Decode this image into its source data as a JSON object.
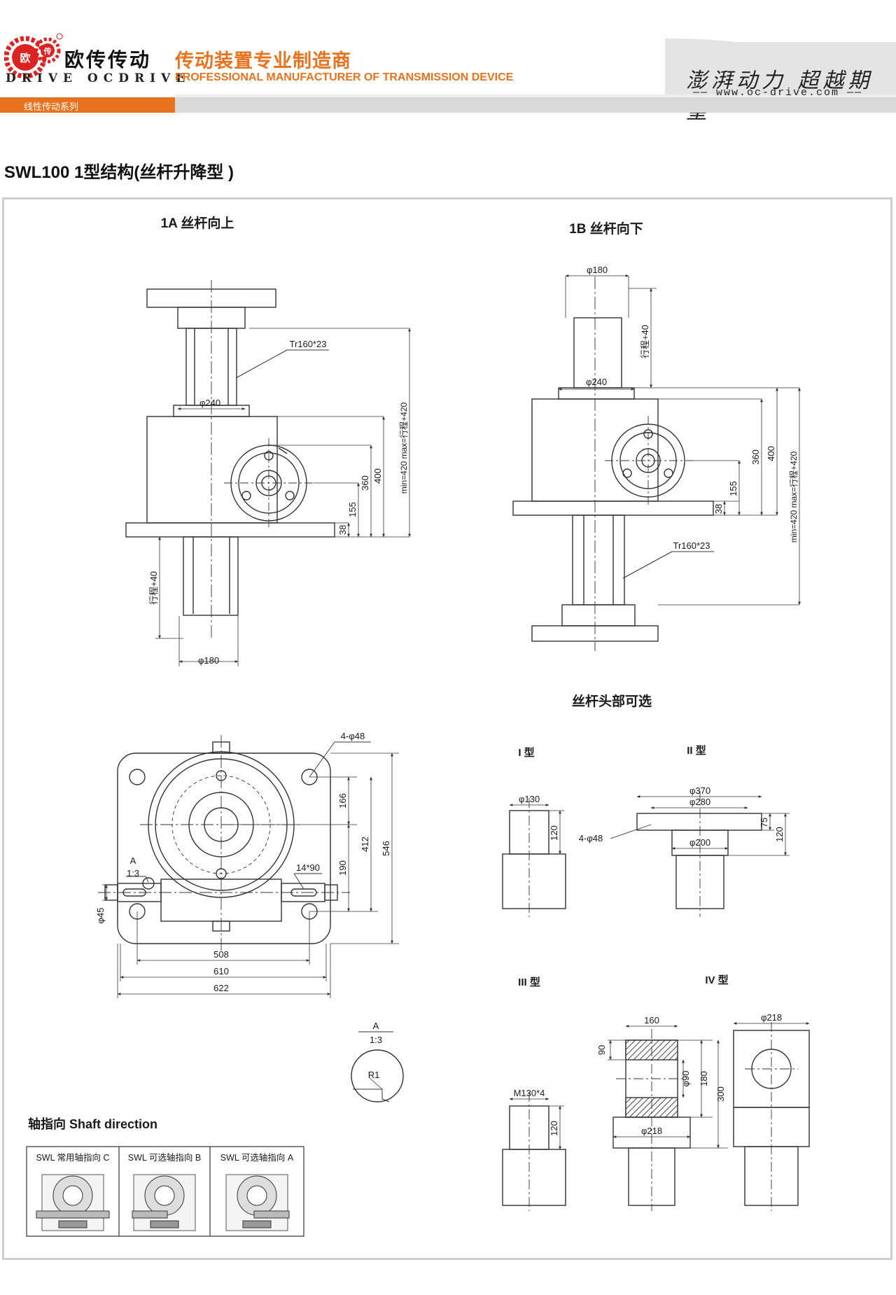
{
  "header": {
    "brand_cn": "欧传传动",
    "brand_en": "DRIVE OCDRIVE",
    "logo_chars": [
      "欧",
      "传"
    ],
    "tagline_cn": "传动装置专业制造商",
    "tagline_en": "PROFESSIONAL MANUFACTURER OF TRANSMISSION DEVICE",
    "slogan": "澎湃动力 超越期望",
    "website": "—— www.oc-drive.com ——",
    "series_tab": "线性传动系列",
    "accent_color": "#e8731f"
  },
  "title": "SWL100 1型结构(丝杆升降型 )",
  "views": {
    "view_1a": {
      "title": "1A 丝杆向上",
      "screw_label": "Tr160*23",
      "dia_240": "φ240",
      "dia_180": "φ180",
      "stroke": "行程+40",
      "dim_38": "38",
      "dim_155": "155",
      "dim_360": "360",
      "dim_400": "400",
      "dim_min_max": "min=420 max=行程+420"
    },
    "view_1b": {
      "title": "1B 丝杆向下",
      "screw_label": "Tr160*23",
      "dia_180": "φ180",
      "dia_240": "φ240",
      "stroke": "行程+40",
      "dim_38": "38",
      "dim_155": "155",
      "dim_360": "360",
      "dim_400": "400",
      "dim_min_max": "min=420 max=行程+420"
    },
    "plan": {
      "holes": "4-φ48",
      "dim_166": "166",
      "dim_190": "190",
      "dim_412": "412",
      "dim_546": "546",
      "key": "14*90",
      "detail_ref": "A",
      "detail_scale": "1:3",
      "shaft_dia": "φ45",
      "dim_508": "508",
      "dim_610": "610",
      "dim_622": "622"
    },
    "detail_a": {
      "ref": "A",
      "scale": "1:3",
      "radius": "R1"
    },
    "head_options": {
      "title": "丝杆头部可选",
      "type_1": {
        "label": "I 型",
        "dia": "φ130",
        "height": "120"
      },
      "type_2": {
        "label": "II 型",
        "dia_370": "φ370",
        "dia_280": "φ280",
        "holes": "4-φ48",
        "dia_200": "φ200",
        "dim_75": "75",
        "dim_120": "120"
      },
      "type_3": {
        "label": "III 型",
        "thread": "M130*4",
        "height": "120"
      },
      "type_4": {
        "label": "IV 型",
        "width": "160",
        "dim_90": "90",
        "dia_90": "φ90",
        "dim_180": "180",
        "dim_300": "300",
        "dia_218_side": "φ218",
        "dia_218_base": "φ218"
      }
    }
  },
  "shaft_direction": {
    "title": "轴指向 Shaft direction",
    "options": [
      "SWL 常用轴指向 C",
      "SWL 可选轴指向 B",
      "SWL 可选轴指向 A"
    ]
  }
}
